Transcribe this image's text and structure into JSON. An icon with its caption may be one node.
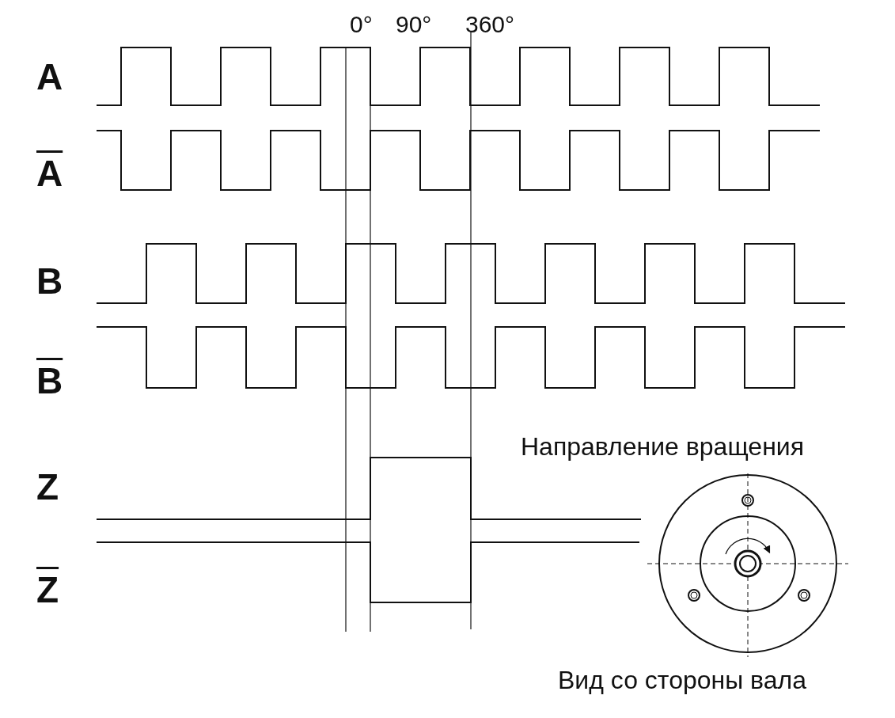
{
  "diagram": {
    "labels": [
      "0°",
      "90°",
      "360°",
      "A",
      "A",
      "B",
      "B",
      "Z",
      "Z",
      "Направление вращения",
      "Вид со стороны вала"
    ]
  }
}
